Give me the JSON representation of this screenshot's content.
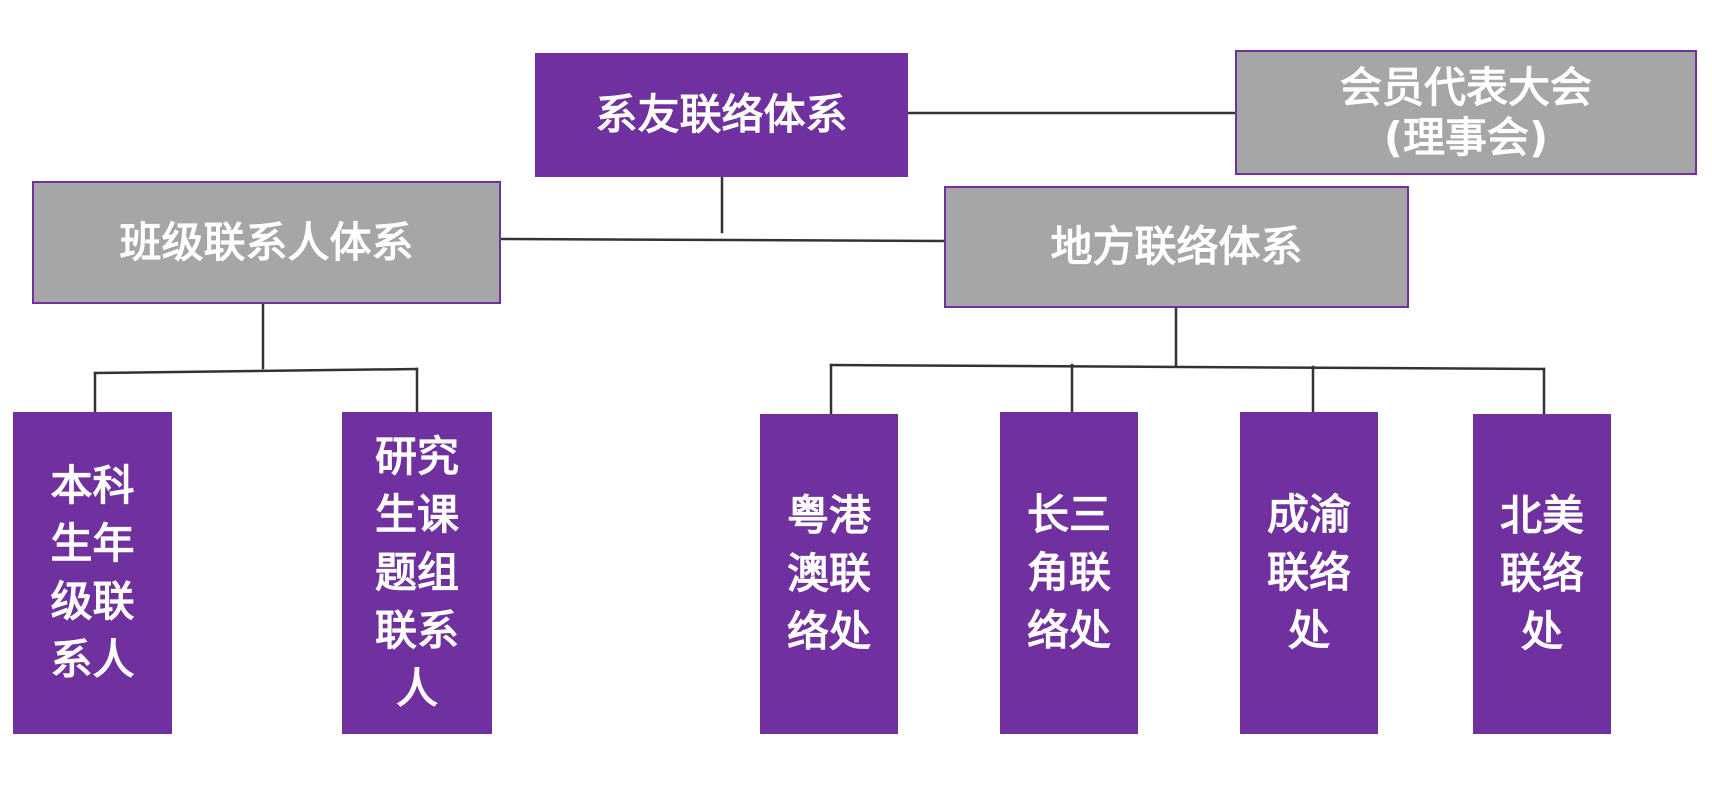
{
  "diagram": {
    "root": {
      "label": "系友联络体系"
    },
    "council": {
      "label": "会员代表大会\n(理事会)"
    },
    "branches": {
      "class_contacts": {
        "label": "班级联系人体系",
        "children": [
          "本科\n生年\n级联\n系人",
          "研究\n生课\n题组\n联系\n人"
        ]
      },
      "local_network": {
        "label": "地方联络体系",
        "children": [
          "粤港\n澳联\n络处",
          "长三\n角联\n络处",
          "成渝\n联络\n处",
          "北美\n联络\n处"
        ]
      }
    },
    "colors": {
      "primary": "#7030a0",
      "secondary": "#a6a6a6",
      "text": "#ffffff",
      "line": "#333333"
    }
  }
}
